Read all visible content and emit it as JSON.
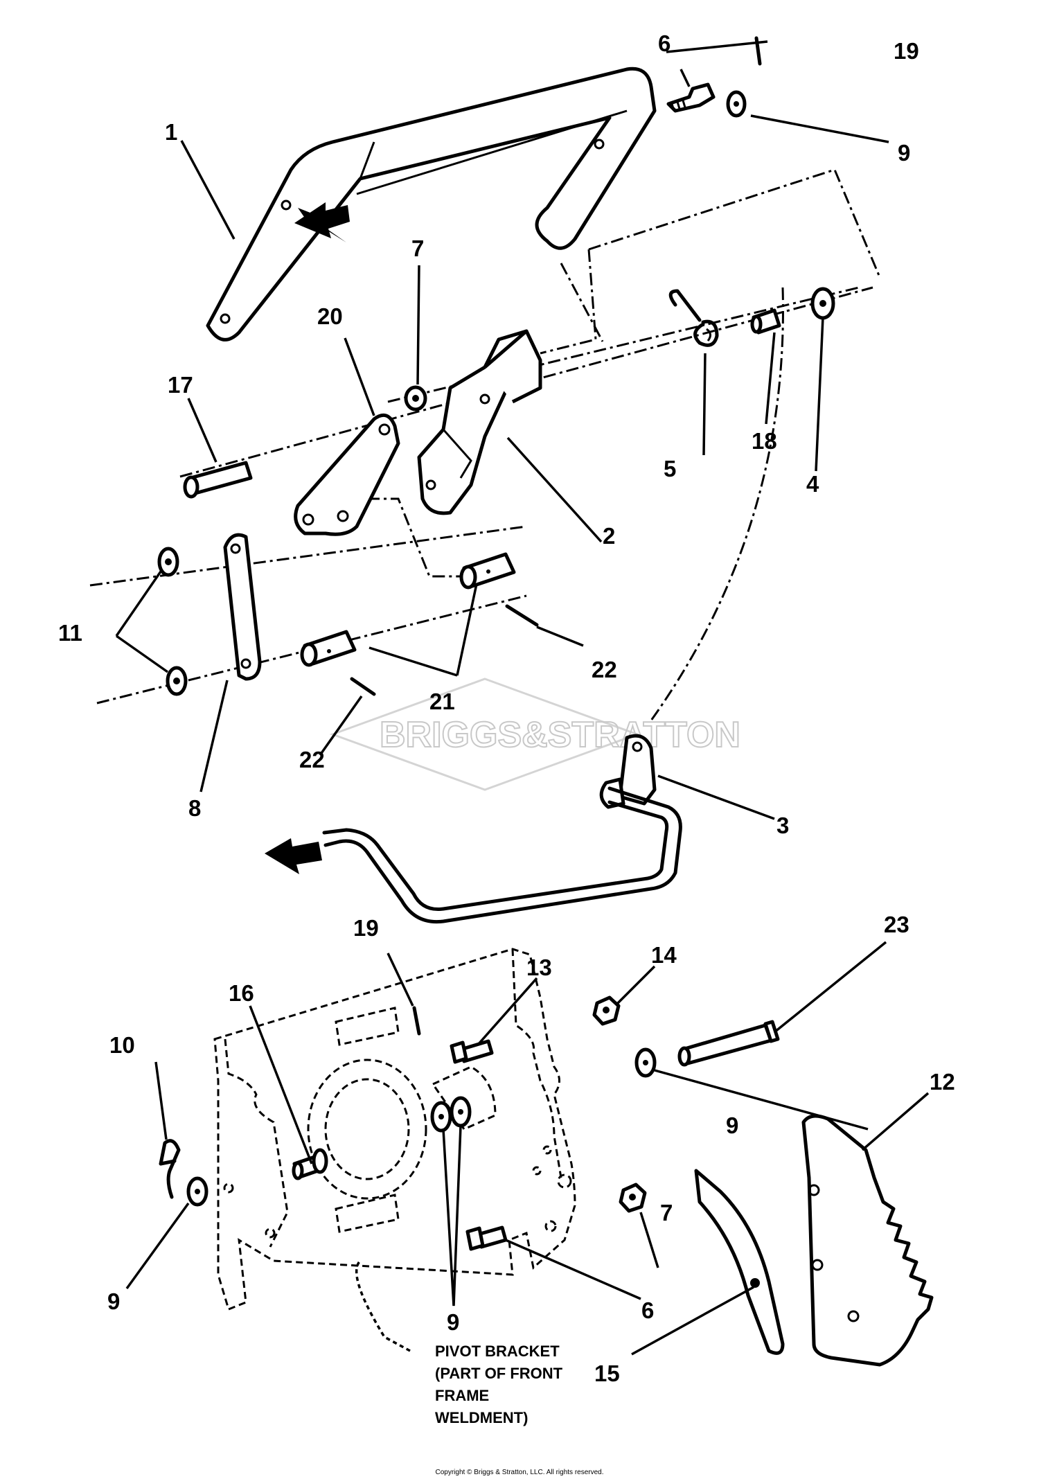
{
  "callouts": {
    "c1": "1",
    "c2": "2",
    "c3": "3",
    "c4": "4",
    "c5": "5",
    "c6": "6",
    "c7": "7",
    "c8": "8",
    "c9": "9",
    "c10": "10",
    "c11": "11",
    "c12": "12",
    "c13": "13",
    "c14": "14",
    "c15": "15",
    "c16": "16",
    "c17": "17",
    "c18": "18",
    "c19": "19",
    "c20": "20",
    "c21": "21",
    "c22": "22",
    "c23": "23"
  },
  "note": {
    "line1": "PIVOT BRACKET",
    "line2": "(PART OF FRONT",
    "line3": "FRAME",
    "line4": "WELDMENT)"
  },
  "watermark": "BRIGGS&STRATTON",
  "copyright": "Copyright © Briggs & Stratton, LLC. All rights reserved.",
  "colors": {
    "ink": "#000000",
    "watermark": "#c8c8c8",
    "background": "#ffffff"
  }
}
